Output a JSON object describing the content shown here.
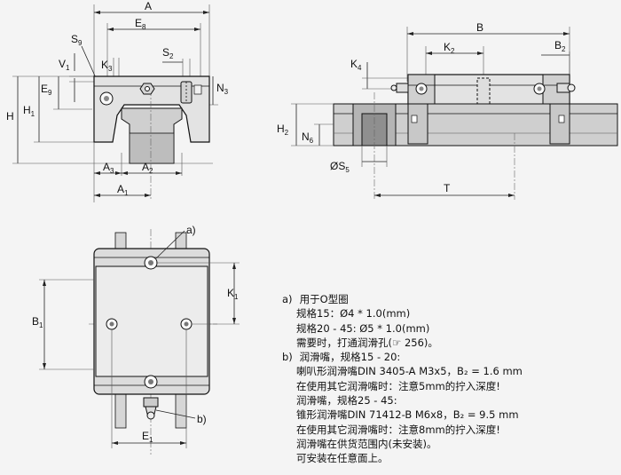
{
  "labels": {
    "A": "A",
    "E8": "E",
    "E8_sub": "8",
    "S9": "S",
    "S9_sub": "9",
    "V1": "V",
    "V1_sub": "1",
    "K3": "K",
    "K3_sub": "3",
    "S2": "S",
    "S2_sub": "2",
    "E9": "E",
    "E9_sub": "9",
    "N3": "N",
    "N3_sub": "3",
    "H": "H",
    "H1": "H",
    "H1_sub": "1",
    "A3": "A",
    "A3_sub": "3",
    "A2": "A",
    "A2_sub": "2",
    "A1": "A",
    "A1_sub": "1",
    "B": "B",
    "K2": "K",
    "K2_sub": "2",
    "B2": "B",
    "B2_sub": "2",
    "K4": "K",
    "K4_sub": "4",
    "H2": "H",
    "H2_sub": "2",
    "N6": "N",
    "N6_sub": "6",
    "S5": "ØS",
    "S5_sub": "5",
    "T": "T",
    "K1": "K",
    "K1_sub": "1",
    "B1": "B",
    "B1_sub": "1",
    "E1": "E",
    "E1_sub": "1",
    "callout_a": "a)",
    "callout_b": "b)"
  },
  "notes": {
    "a_label": "a)",
    "a1": "用于O型圈",
    "a2": "规格15：Ø4 * 1.0(mm)",
    "a3": "规格20 - 45: Ø5 * 1.0(mm)",
    "a4": "需要时，打通润滑孔(☞ 256)。",
    "b_label": "b)",
    "b1": "润滑嘴，规格15 - 20:",
    "b2": "喇叭形润滑嘴DIN 3405-A M3x5，B₂ = 1.6 mm",
    "b3": "在使用其它润滑嘴时：注意5mm的拧入深度!",
    "b4": "润滑嘴，规格25 - 45:",
    "b5": "锥形润滑嘴DIN 71412-B M6x8，B₂ = 9.5 mm",
    "b6": "在使用其它润滑嘴时：注意8mm的拧入深度!",
    "b7": "润滑嘴在供货范围内(未安装)。",
    "b8": "可安装在任意面上。"
  }
}
